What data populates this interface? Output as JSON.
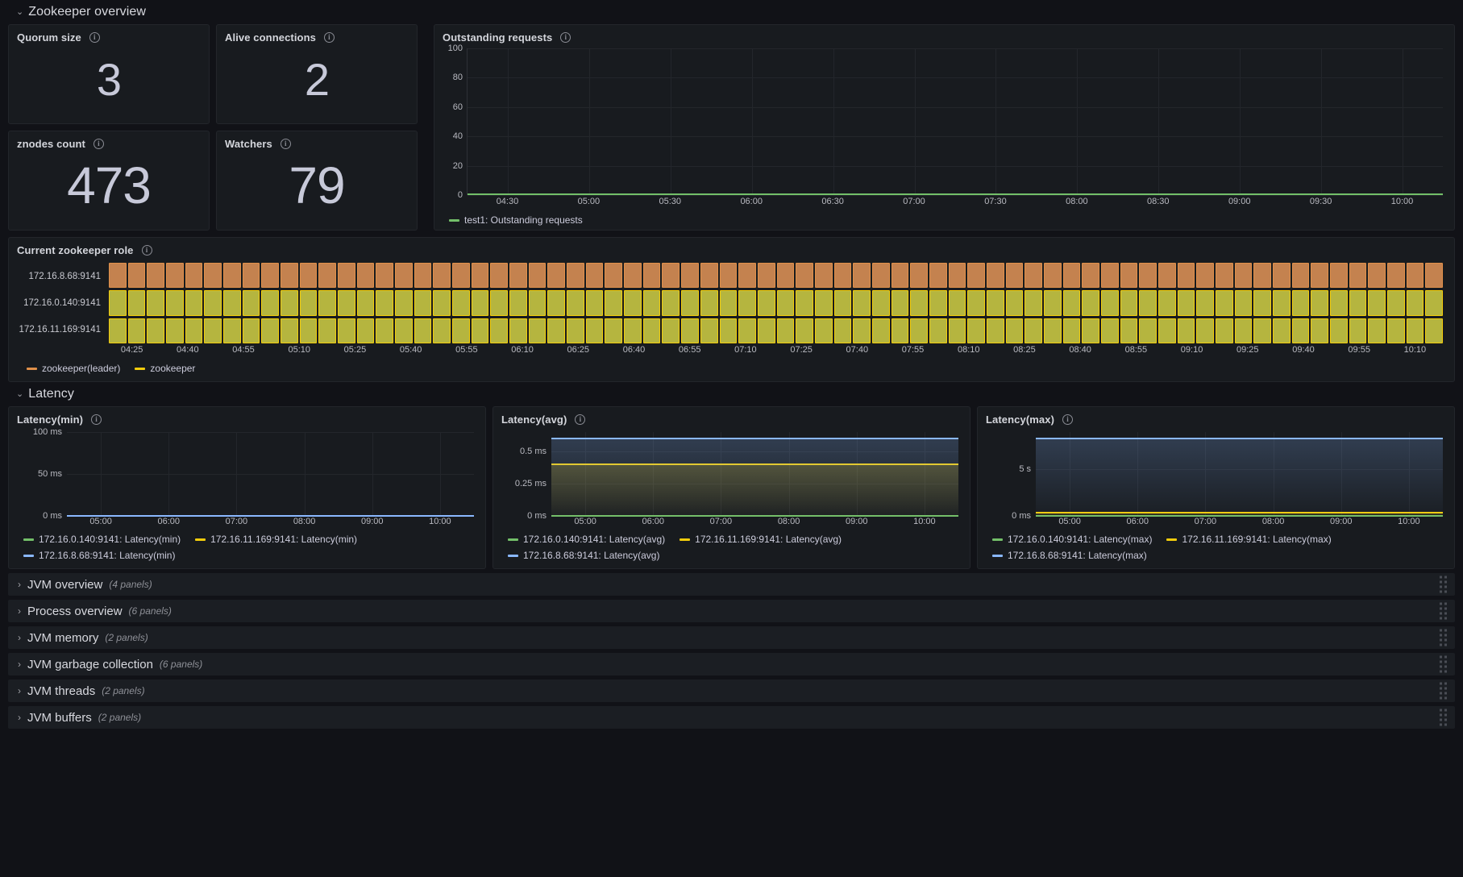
{
  "colors": {
    "green": "#73bf69",
    "yellow": "#f2cc0c",
    "blue": "#8ab8ff",
    "orange": "#e0904a",
    "leader_fill": "#c4824f",
    "follower_fill": "#b5b53f",
    "text": "#ccccdc",
    "panel_bg": "#181b1f",
    "page_bg": "#111217"
  },
  "sections": {
    "zookeeper_overview": {
      "title": "Zookeeper overview",
      "chevron": "expanded"
    },
    "latency": {
      "title": "Latency",
      "chevron": "expanded"
    }
  },
  "stats": [
    {
      "title": "Quorum size",
      "value": "3",
      "info": "i"
    },
    {
      "title": "Alive connections",
      "value": "2",
      "info": "i"
    },
    {
      "title": "znodes count",
      "value": "473",
      "info": "i"
    },
    {
      "title": "Watchers",
      "value": "79",
      "info": "i"
    }
  ],
  "outstanding_requests": {
    "title": "Outstanding requests",
    "info": "i",
    "legend": [
      {
        "label": "test1: Outstanding requests",
        "color": "#73bf69"
      }
    ]
  },
  "zookeeper_role": {
    "title": "Current zookeeper role",
    "info": "i",
    "rows": [
      {
        "label": "172.16.8.68:9141",
        "state": "zookeeper(leader)"
      },
      {
        "label": "172.16.0.140:9141",
        "state": "zookeeper"
      },
      {
        "label": "172.16.11.169:9141",
        "state": "zookeeper"
      }
    ],
    "legend": [
      {
        "label": "zookeeper(leader)",
        "color": "#e0904a"
      },
      {
        "label": "zookeeper",
        "color": "#f2cc0c"
      }
    ]
  },
  "latency_panels": [
    {
      "title": "Latency(min)",
      "info": "i",
      "legend": [
        {
          "label": "172.16.0.140:9141: Latency(min)",
          "color": "#73bf69"
        },
        {
          "label": "172.16.11.169:9141: Latency(min)",
          "color": "#f2cc0c"
        },
        {
          "label": "172.16.8.68:9141: Latency(min)",
          "color": "#8ab8ff"
        }
      ]
    },
    {
      "title": "Latency(avg)",
      "info": "i",
      "legend": [
        {
          "label": "172.16.0.140:9141: Latency(avg)",
          "color": "#73bf69"
        },
        {
          "label": "172.16.11.169:9141: Latency(avg)",
          "color": "#f2cc0c"
        },
        {
          "label": "172.16.8.68:9141: Latency(avg)",
          "color": "#8ab8ff"
        }
      ]
    },
    {
      "title": "Latency(max)",
      "info": "i",
      "legend": [
        {
          "label": "172.16.0.140:9141: Latency(max)",
          "color": "#73bf69"
        },
        {
          "label": "172.16.11.169:9141: Latency(max)",
          "color": "#f2cc0c"
        },
        {
          "label": "172.16.8.68:9141: Latency(max)",
          "color": "#8ab8ff"
        }
      ]
    }
  ],
  "collapsed_rows": [
    {
      "title": "JVM overview",
      "count": "(4 panels)",
      "chevron": "collapsed"
    },
    {
      "title": "Process overview",
      "count": "(6 panels)",
      "chevron": "collapsed"
    },
    {
      "title": "JVM memory",
      "count": "(2 panels)",
      "chevron": "collapsed"
    },
    {
      "title": "JVM garbage collection",
      "count": "(6 panels)",
      "chevron": "collapsed"
    },
    {
      "title": "JVM threads",
      "count": "(2 panels)",
      "chevron": "collapsed"
    },
    {
      "title": "JVM buffers",
      "count": "(2 panels)",
      "chevron": "collapsed"
    }
  ],
  "chart_data": [
    {
      "type": "line",
      "title": "Outstanding requests",
      "xlabel": "",
      "ylabel": "",
      "ylim": [
        0,
        100
      ],
      "yticks": [
        0,
        20,
        40,
        60,
        80,
        100
      ],
      "xticks": [
        "04:30",
        "05:00",
        "05:30",
        "06:00",
        "06:30",
        "07:00",
        "07:30",
        "08:00",
        "08:30",
        "09:00",
        "09:30",
        "10:00"
      ],
      "grid": true,
      "legend_position": "bottom",
      "series": [
        {
          "name": "test1: Outstanding requests",
          "color": "#73bf69",
          "constant_value": 0
        }
      ]
    },
    {
      "type": "heatmap",
      "title": "Current zookeeper role",
      "ycategories": [
        "172.16.8.68:9141",
        "172.16.0.140:9141",
        "172.16.11.169:9141"
      ],
      "states": [
        "zookeeper(leader)",
        "zookeeper",
        "zookeeper"
      ],
      "cell_count": 70,
      "xticks": [
        "04:25",
        "04:40",
        "04:55",
        "05:10",
        "05:25",
        "05:40",
        "05:55",
        "06:10",
        "06:25",
        "06:40",
        "06:55",
        "07:10",
        "07:25",
        "07:40",
        "07:55",
        "08:10",
        "08:25",
        "08:40",
        "08:55",
        "09:10",
        "09:25",
        "09:40",
        "09:55",
        "10:10"
      ],
      "legend_position": "bottom"
    },
    {
      "type": "line",
      "title": "Latency(min)",
      "ylim": [
        0,
        100
      ],
      "yticks": [
        "0 ms",
        "50 ms",
        "100 ms"
      ],
      "ytick_values": [
        0,
        50,
        100
      ],
      "xticks": [
        "05:00",
        "06:00",
        "07:00",
        "08:00",
        "09:00",
        "10:00"
      ],
      "grid": true,
      "legend_position": "bottom",
      "series": [
        {
          "name": "172.16.0.140:9141: Latency(min)",
          "color": "#73bf69",
          "constant_value": 0
        },
        {
          "name": "172.16.11.169:9141: Latency(min)",
          "color": "#f2cc0c",
          "constant_value": 0
        },
        {
          "name": "172.16.8.68:9141: Latency(min)",
          "color": "#8ab8ff",
          "constant_value": 0
        }
      ]
    },
    {
      "type": "area",
      "title": "Latency(avg)",
      "ylim": [
        0,
        0.65
      ],
      "yticks": [
        "0 ms",
        "0.25 ms",
        "0.5 ms"
      ],
      "ytick_values": [
        0,
        0.25,
        0.5
      ],
      "xticks": [
        "05:00",
        "06:00",
        "07:00",
        "08:00",
        "09:00",
        "10:00"
      ],
      "grid": true,
      "legend_position": "bottom",
      "series": [
        {
          "name": "172.16.0.140:9141: Latency(avg)",
          "color": "#73bf69",
          "constant_value": 0.0
        },
        {
          "name": "172.16.11.169:9141: Latency(avg)",
          "color": "#f2cc0c",
          "constant_value": 0.4
        },
        {
          "name": "172.16.8.68:9141: Latency(avg)",
          "color": "#8ab8ff",
          "constant_value": 0.6
        }
      ]
    },
    {
      "type": "area",
      "title": "Latency(max)",
      "ylim": [
        0,
        9
      ],
      "yticks": [
        "0 ms",
        "5 s"
      ],
      "ytick_values": [
        0,
        5
      ],
      "xticks": [
        "05:00",
        "06:00",
        "07:00",
        "08:00",
        "09:00",
        "10:00"
      ],
      "grid": true,
      "legend_position": "bottom",
      "series": [
        {
          "name": "172.16.0.140:9141: Latency(max)",
          "color": "#73bf69",
          "constant_value": 0.0
        },
        {
          "name": "172.16.11.169:9141: Latency(max)",
          "color": "#f2cc0c",
          "constant_value": 0.35
        },
        {
          "name": "172.16.8.68:9141: Latency(max)",
          "color": "#8ab8ff",
          "constant_value": 8.3
        }
      ]
    }
  ]
}
